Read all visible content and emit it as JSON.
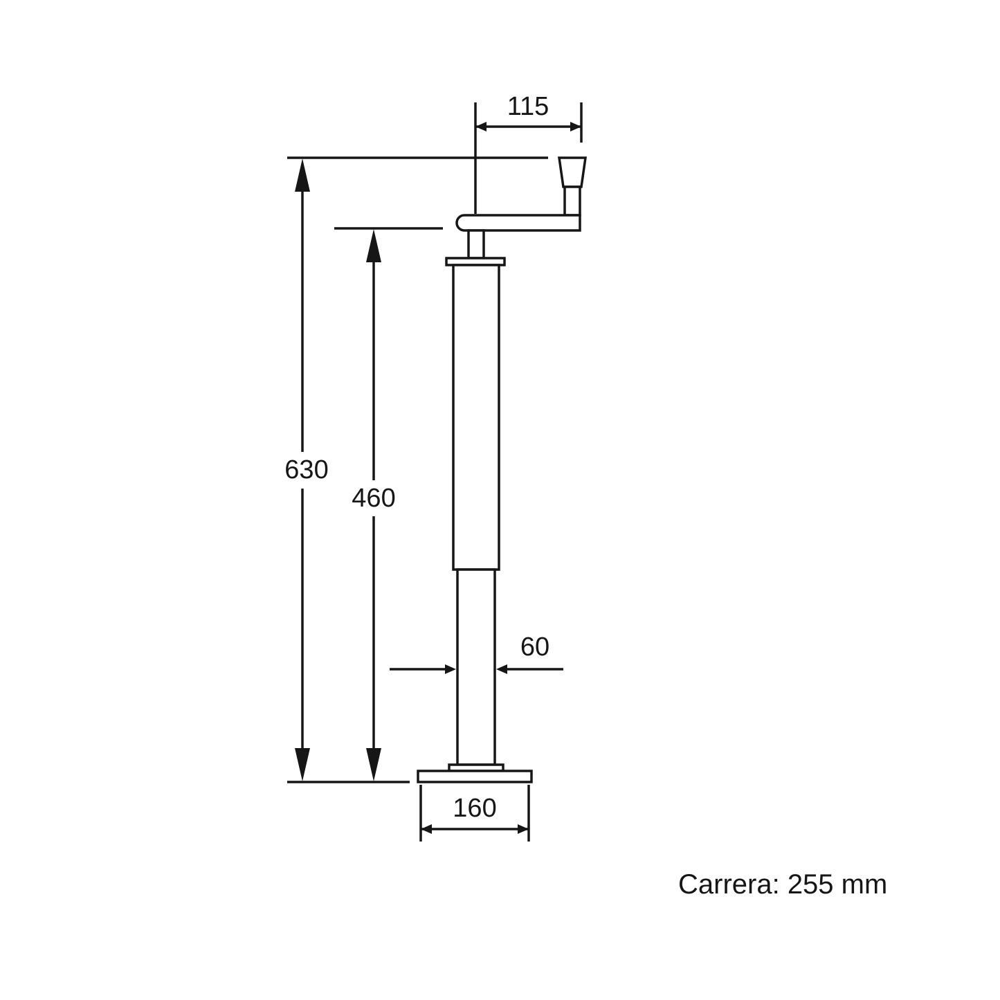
{
  "labels": {
    "handle_offset": "115",
    "total_height": "630",
    "body_height": "460",
    "tube_diameter": "60",
    "base_width": "160"
  },
  "caption": "Carrera: 255 mm"
}
